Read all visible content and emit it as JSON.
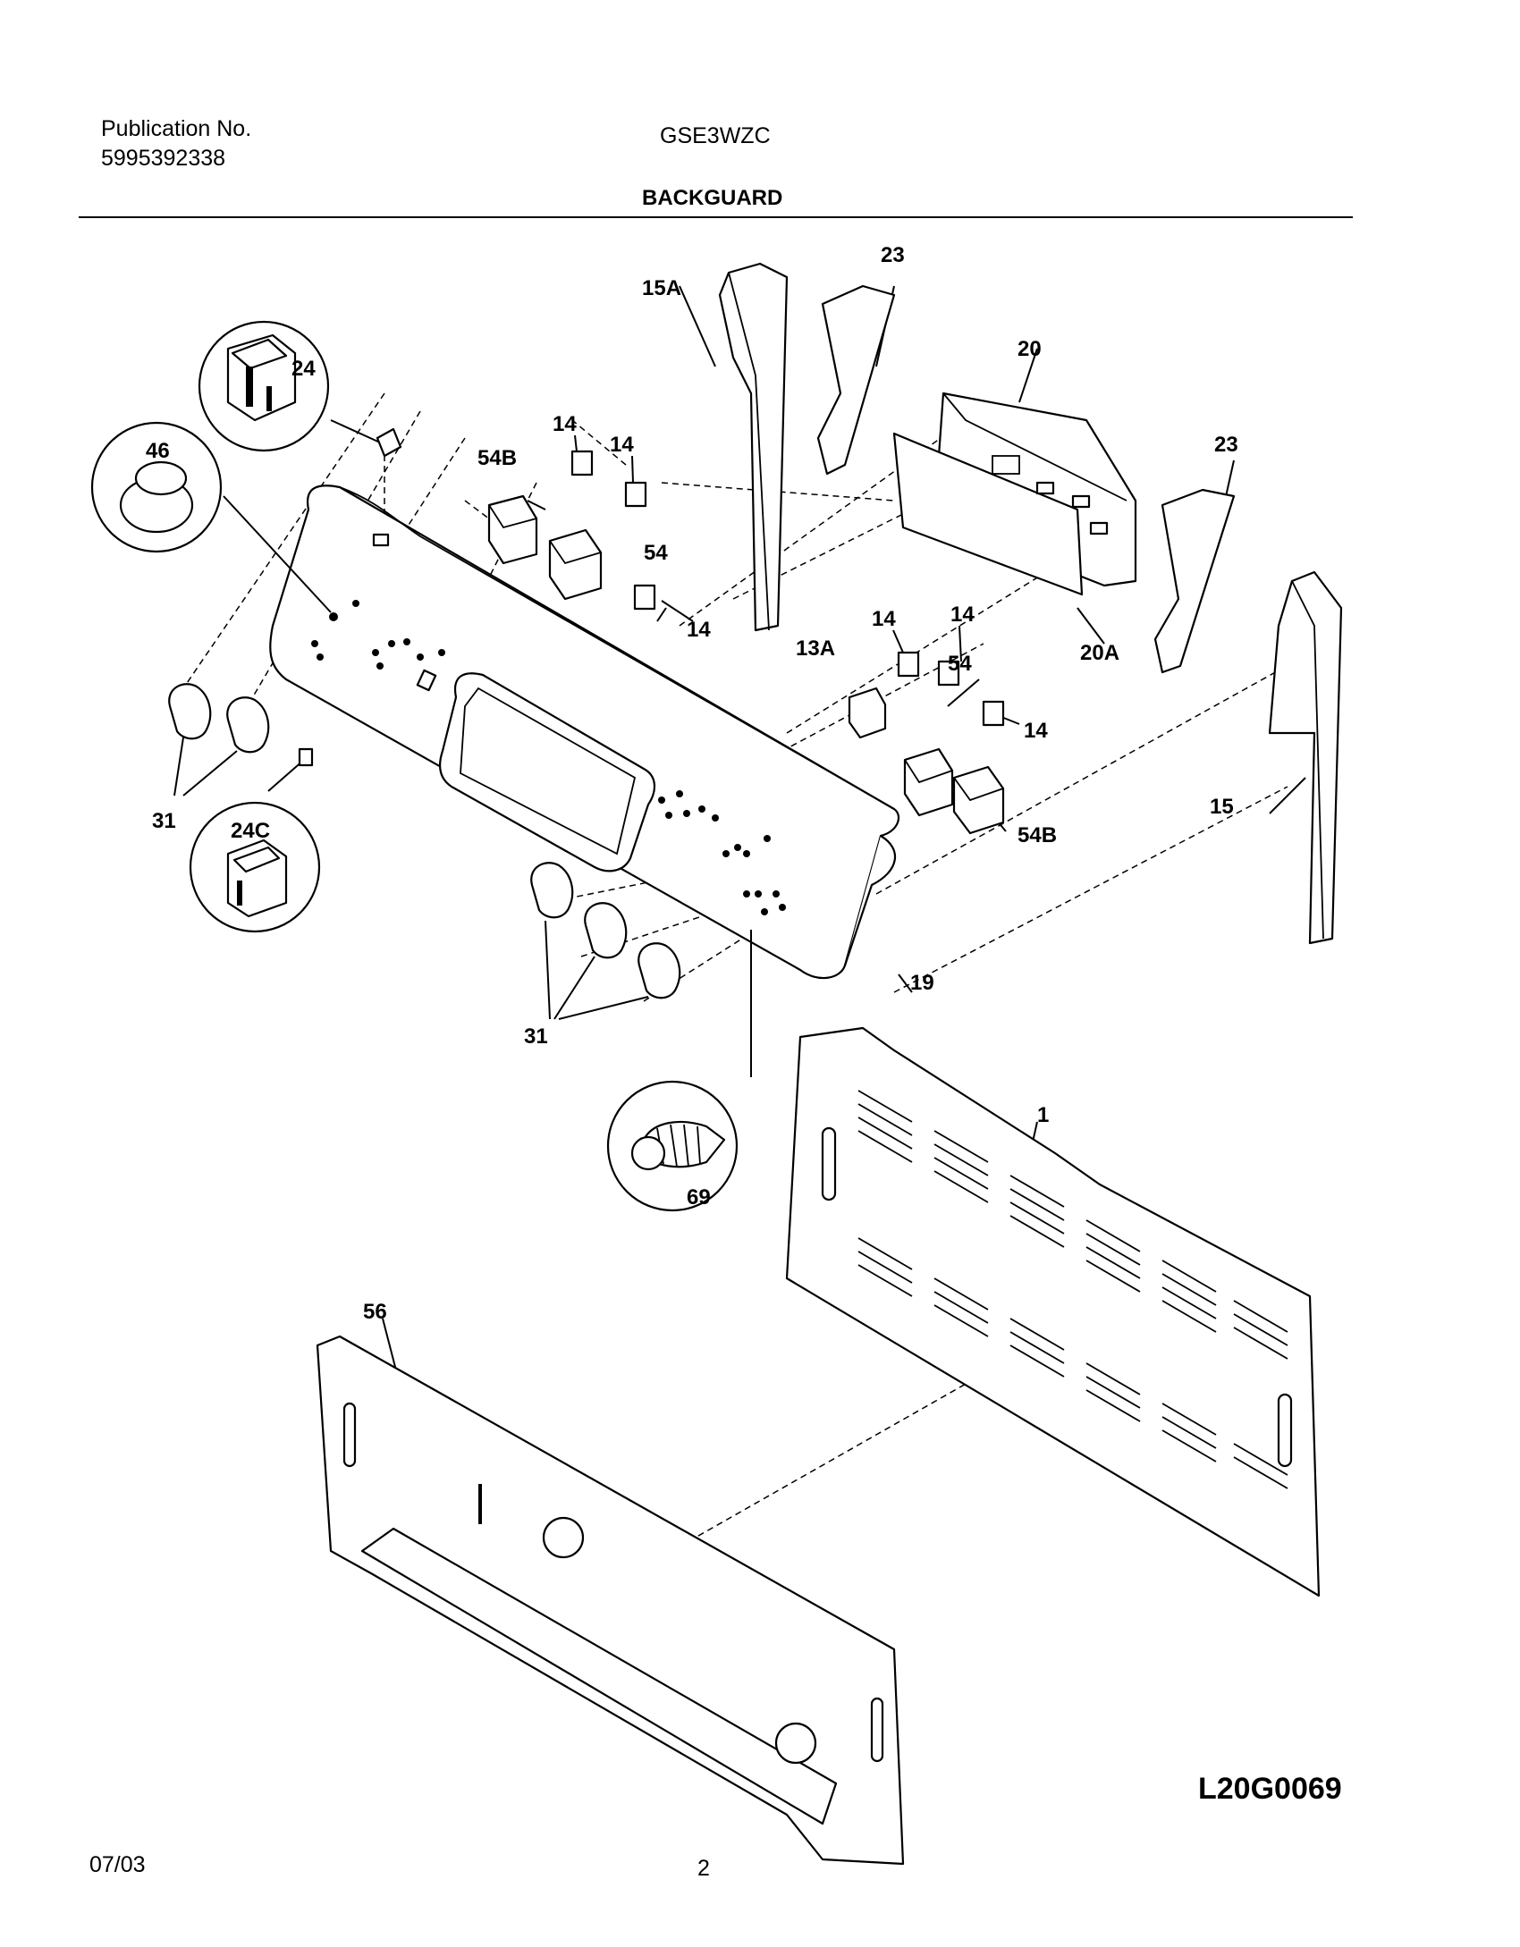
{
  "header": {
    "publication_label": "Publication No.",
    "publication_number": "5995392338",
    "model": "GSE3WZC",
    "section_title": "BACKGUARD"
  },
  "callouts": {
    "c1": "1",
    "c13a": "13A",
    "c14a": "14",
    "c14b": "14",
    "c14c": "14",
    "c14d": "14",
    "c14e": "14",
    "c14f": "14",
    "c15": "15",
    "c15a": "15A",
    "c19": "19",
    "c20": "20",
    "c20a": "20A",
    "c23a": "23",
    "c23b": "23",
    "c24": "24",
    "c24c": "24C",
    "c31a": "31",
    "c31b": "31",
    "c46": "46",
    "c54a": "54",
    "c54b": "54",
    "c54ba": "54B",
    "c54bb": "54B",
    "c56": "56",
    "c69": "69"
  },
  "drawing_number": "L20G0069",
  "footer": {
    "date": "07/03",
    "page": "2"
  }
}
